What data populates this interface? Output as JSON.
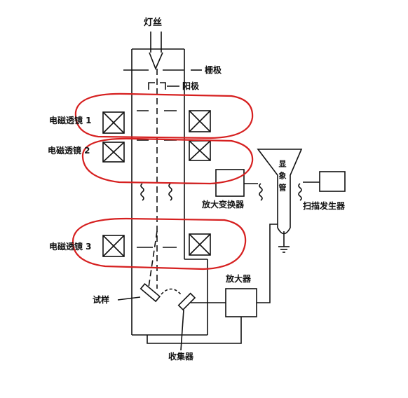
{
  "labels": {
    "filament": "灯丝",
    "grid": "栅极",
    "anode": "阳极",
    "lens1": "电磁透镜 1",
    "lens2": "电磁透镜 2",
    "lens3": "电磁透镜 3",
    "amp_converter": "放大变换器",
    "display_tube": "显象管",
    "scan_generator": "扫描发生器",
    "amplifier": "放大器",
    "sample": "试样",
    "collector": "收集器"
  },
  "colors": {
    "ink": "#111111",
    "highlight": "#d62020",
    "background": "#ffffff"
  }
}
